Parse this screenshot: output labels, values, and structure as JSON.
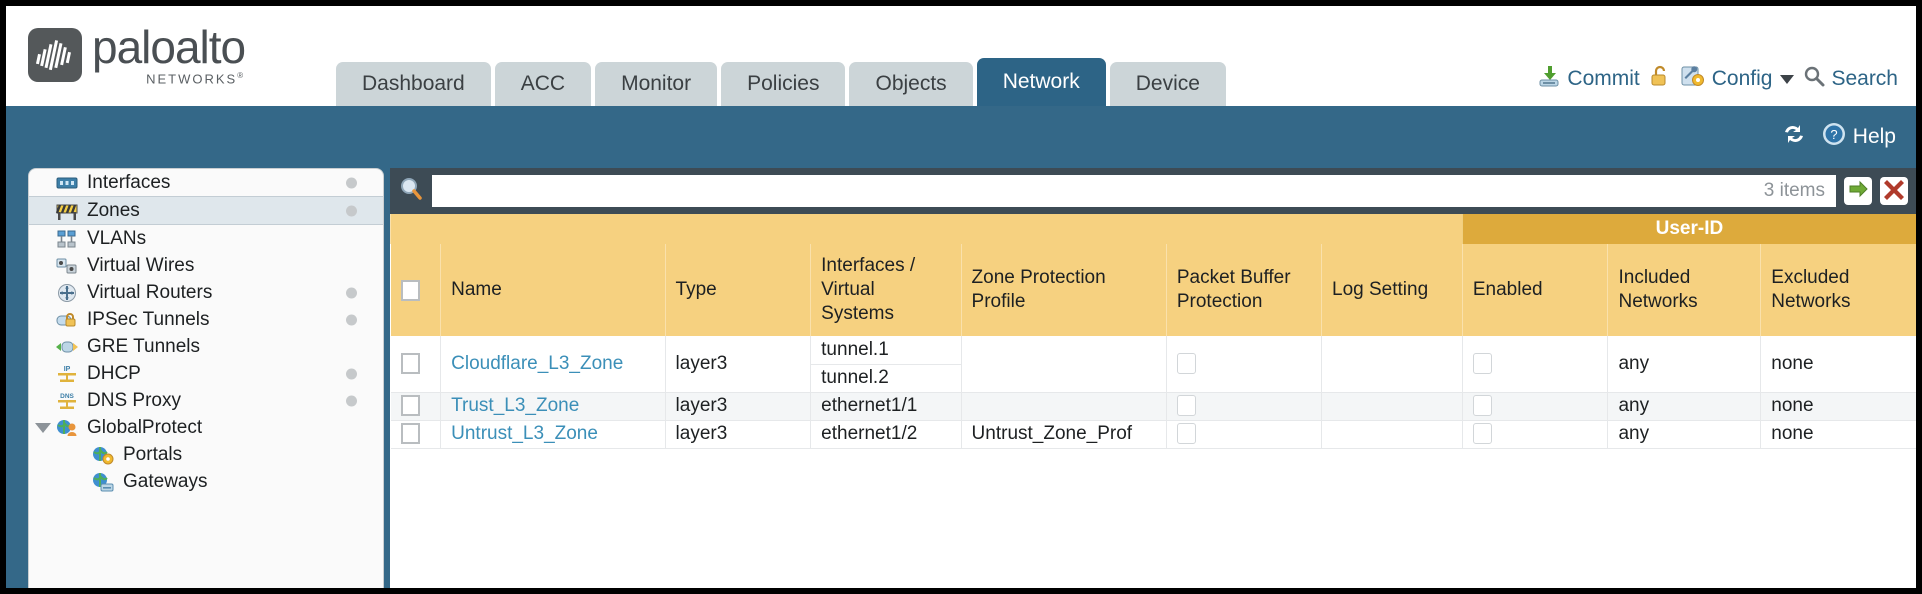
{
  "brand": {
    "name": "paloalto",
    "tagline": "NETWORKS",
    "registered": "®"
  },
  "nav": {
    "tabs": [
      {
        "label": "Dashboard",
        "active": false
      },
      {
        "label": "ACC",
        "active": false
      },
      {
        "label": "Monitor",
        "active": false
      },
      {
        "label": "Policies",
        "active": false
      },
      {
        "label": "Objects",
        "active": false
      },
      {
        "label": "Network",
        "active": true
      },
      {
        "label": "Device",
        "active": false
      }
    ]
  },
  "toolbar": {
    "commit_label": "Commit",
    "commit_icon": "commit-save-icon",
    "lock_icon": "unlock-padlock-icon",
    "config_label": "Config",
    "config_icon": "config-wrench-gear-icon",
    "config_caret": "chevron-down-icon",
    "search_label": "Search",
    "search_icon": "search-magnifier-icon"
  },
  "subbar": {
    "refresh_icon": "refresh-icon",
    "help_label": "Help",
    "help_icon": "help-question-icon"
  },
  "sidebar": {
    "items": [
      {
        "label": "Interfaces",
        "icon": "interfaces-icon",
        "dot": true,
        "child": false,
        "expander": false,
        "selected": false
      },
      {
        "label": "Zones",
        "icon": "zones-barrier-icon",
        "dot": true,
        "child": false,
        "expander": false,
        "selected": true
      },
      {
        "label": "VLANs",
        "icon": "vlans-icon",
        "dot": false,
        "child": false,
        "expander": false,
        "selected": false
      },
      {
        "label": "Virtual Wires",
        "icon": "virtual-wires-icon",
        "dot": false,
        "child": false,
        "expander": false,
        "selected": false
      },
      {
        "label": "Virtual Routers",
        "icon": "virtual-routers-icon",
        "dot": true,
        "child": false,
        "expander": false,
        "selected": false
      },
      {
        "label": "IPSec Tunnels",
        "icon": "ipsec-tunnels-lock-icon",
        "dot": true,
        "child": false,
        "expander": false,
        "selected": false
      },
      {
        "label": "GRE Tunnels",
        "icon": "gre-tunnels-icon",
        "dot": false,
        "child": false,
        "expander": false,
        "selected": false
      },
      {
        "label": "DHCP",
        "icon": "dhcp-ip-icon",
        "dot": true,
        "child": false,
        "expander": false,
        "selected": false
      },
      {
        "label": "DNS Proxy",
        "icon": "dns-proxy-icon",
        "dot": true,
        "child": false,
        "expander": false,
        "selected": false
      },
      {
        "label": "GlobalProtect",
        "icon": "globalprotect-globe-user-icon",
        "dot": false,
        "child": false,
        "expander": true,
        "selected": false
      },
      {
        "label": "Portals",
        "icon": "portals-globe-gear-icon",
        "dot": false,
        "child": true,
        "expander": false,
        "selected": false
      },
      {
        "label": "Gateways",
        "icon": "gateways-globe-device-icon",
        "dot": false,
        "child": true,
        "expander": false,
        "selected": false
      }
    ]
  },
  "search": {
    "icon": "search-magnifier-icon",
    "value": "",
    "placeholder": "",
    "items_count": "3 items",
    "apply_icon": "apply-filter-arrow-icon",
    "clear_icon": "clear-filter-close-icon"
  },
  "table": {
    "group_header": {
      "label": "User-ID",
      "span": 3
    },
    "columns": [
      "Name",
      "Type",
      "Interfaces / Virtual Systems",
      "Zone Protection Profile",
      "Packet Buffer Protection",
      "Log Setting",
      "Enabled",
      "Included Networks",
      "Excluded Networks"
    ],
    "select_all_checkbox": "unchecked",
    "rows": [
      {
        "selected": false,
        "name": "Cloudflare_L3_Zone",
        "type": "layer3",
        "interfaces": [
          "tunnel.1",
          "tunnel.2"
        ],
        "zone_protection_profile": "",
        "packet_buffer_protection": "unchecked",
        "log_setting": "",
        "userid_enabled": "unchecked",
        "included_networks": "any",
        "excluded_networks": "none"
      },
      {
        "selected": false,
        "name": "Trust_L3_Zone",
        "type": "layer3",
        "interfaces": [
          "ethernet1/1"
        ],
        "zone_protection_profile": "",
        "packet_buffer_protection": "unchecked",
        "log_setting": "",
        "userid_enabled": "unchecked",
        "included_networks": "any",
        "excluded_networks": "none"
      },
      {
        "selected": false,
        "name": "Untrust_L3_Zone",
        "type": "layer3",
        "interfaces": [
          "ethernet1/2"
        ],
        "zone_protection_profile": "Untrust_Zone_Prof",
        "packet_buffer_protection": "unchecked",
        "log_setting": "",
        "userid_enabled": "unchecked",
        "included_networks": "any",
        "excluded_networks": "none"
      }
    ]
  },
  "colors": {
    "brand_blue": "#346888",
    "active_tab": "#2d6486",
    "tab_gray": "#ccd5d8",
    "header_gold": "#f6d180",
    "group_gold": "#ddaa3c",
    "link_blue": "#3b8fb8",
    "search_bar": "#3d4b55"
  }
}
